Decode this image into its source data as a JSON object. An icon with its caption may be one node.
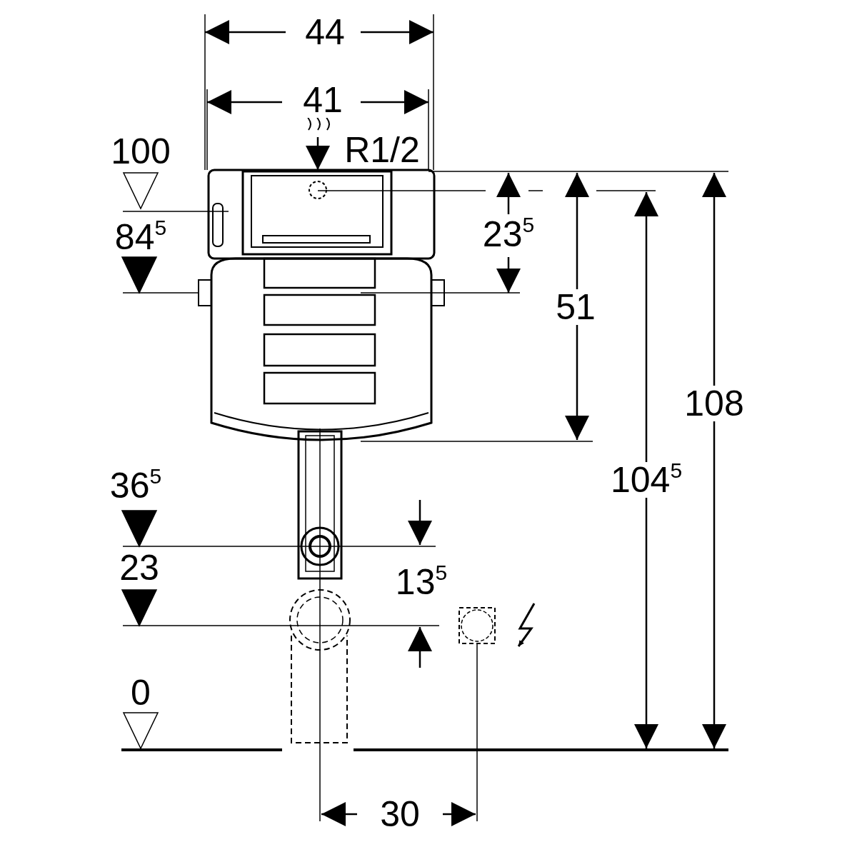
{
  "diagram": {
    "labels": [
      "44",
      "41",
      "R1/2",
      "100",
      "84$^{5}$",
      "23$^{5}$",
      "51",
      "108",
      "104$^{5}$",
      "36$^{5}$",
      "23",
      "13$^{5}$",
      "0",
      "30"
    ]
  }
}
